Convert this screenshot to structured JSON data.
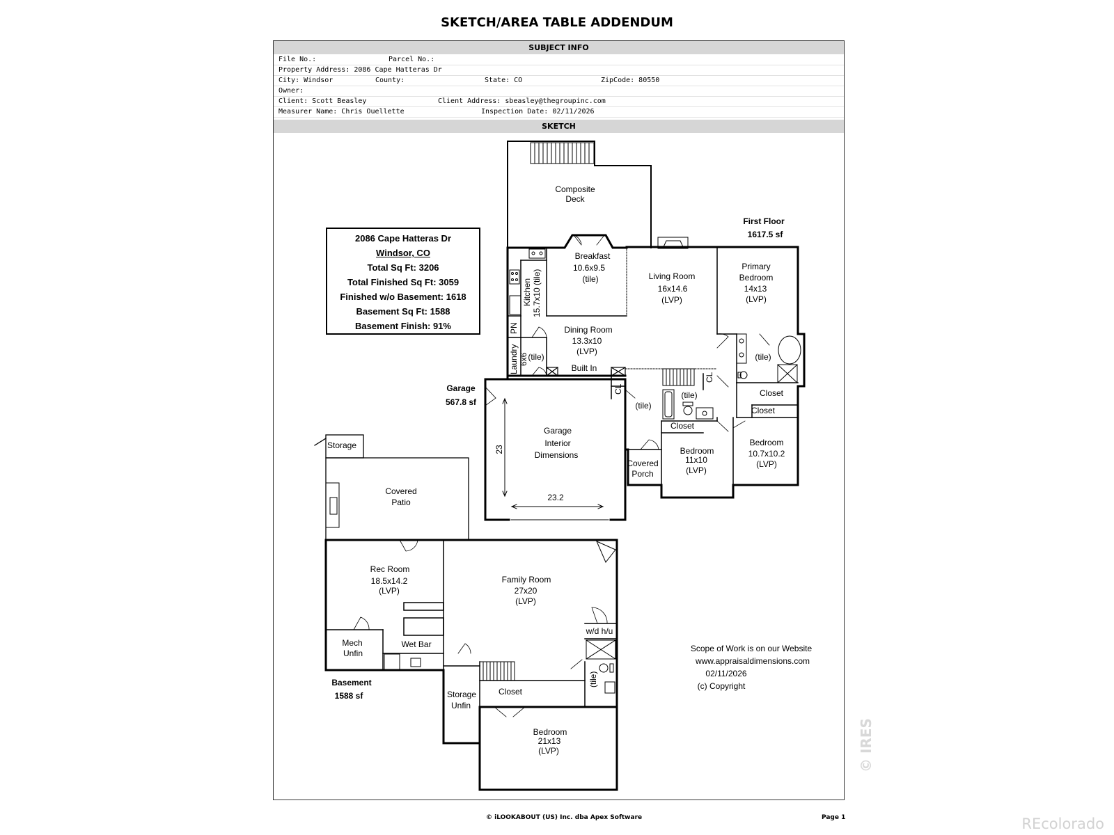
{
  "title": "SKETCH/AREA TABLE ADDENDUM",
  "subject": {
    "header": "SUBJECT INFO",
    "file_no": "File No.:",
    "parcel_no": "Parcel No.:",
    "property_address": "Property Address: 2086 Cape Hatteras Dr",
    "city": "City: Windsor",
    "county": "County:",
    "state": "State: CO",
    "zip": "ZipCode: 80550",
    "owner": "Owner:",
    "client": "Client: Scott Beasley",
    "client_address": "Client Address: sbeasley@thegroupinc.com",
    "measurer": "Measurer Name: Chris Ouellette",
    "inspection_date": "Inspection Date: 02/11/2026"
  },
  "sketch": {
    "header": "SKETCH",
    "summary": {
      "address": "2086 Cape Hatteras Dr",
      "city": "Windsor, CO",
      "total_sqft": "Total Sq Ft: 3206",
      "total_finished": "Total Finished Sq Ft: 3059",
      "finished_wo_basement": "Finished w/o Basement: 1618",
      "basement_sqft": "Basement Sq Ft: 1588",
      "basement_finish": "Basement Finish: 91%"
    },
    "floors": {
      "first_floor": "First Floor",
      "first_floor_area": "1617.5 sf",
      "garage": "Garage",
      "garage_area": "567.8 sf",
      "basement": "Basement",
      "basement_area": "1588 sf"
    },
    "rooms": {
      "composite_deck_1": "Composite",
      "composite_deck_2": "Deck",
      "breakfast_1": "Breakfast",
      "breakfast_2": "10.6x9.5",
      "breakfast_3": "(tile)",
      "kitchen_1": "Kitchen",
      "kitchen_2": "15.7x10 (tile)",
      "living_1": "Living Room",
      "living_2": "16x14.6",
      "living_3": "(LVP)",
      "primary_1": "Primary",
      "primary_2": "Bedroom",
      "primary_3": "14x13",
      "primary_4": "(LVP)",
      "pn": "PN",
      "laundry_1": "Laundry",
      "laundry_2": "6x6",
      "laundry_tile": "(tile)",
      "dining_1": "Dining Room",
      "dining_2": "13.3x10",
      "dining_3": "(LVP)",
      "built_in": "Built In",
      "bath_primary_tile": "(tile)",
      "closet_primary": "Closet",
      "closet_bed2": "Closet",
      "cl_1": "CL",
      "cl_2": "CL",
      "hall_tile": "(tile)",
      "bath_hall_tile": "(tile)",
      "closet_bed3": "Closet",
      "bedroom_a_1": "Bedroom",
      "bedroom_a_2": "11x10",
      "bedroom_a_3": "(LVP)",
      "bedroom_b_1": "Bedroom",
      "bedroom_b_2": "10.7x10.2",
      "bedroom_b_3": "(LVP)",
      "covered_porch_1": "Covered",
      "covered_porch_2": "Porch",
      "garage_1": "Garage",
      "garage_2": "Interior",
      "garage_3": "Dimensions",
      "garage_dim_h": "23",
      "garage_dim_w": "23.2",
      "storage": "Storage",
      "covered_patio_1": "Covered",
      "covered_patio_2": "Patio",
      "rec_1": "Rec Room",
      "rec_2": "18.5x14.2",
      "rec_3": "(LVP)",
      "family_1": "Family Room",
      "family_2": "27x20",
      "family_3": "(LVP)",
      "wdhu": "w/d h/u",
      "mech_1": "Mech",
      "mech_2": "Unfin",
      "wet_bar": "Wet Bar",
      "bsmt_bath_tile": "(tile)",
      "storage_unfin_1": "Storage",
      "storage_unfin_2": "Unfin",
      "closet_bsmt": "Closet",
      "bsmt_bed_1": "Bedroom",
      "bsmt_bed_2": "21x13",
      "bsmt_bed_3": "(LVP)"
    },
    "notes": {
      "scope": "Scope of Work is on our Website",
      "website": "www.appraisaldimensions.com",
      "date": "02/11/2026",
      "copyright": "(c) Copyright"
    }
  },
  "footer": {
    "left": "© iLOOKABOUT (US) Inc. dba Apex Software",
    "page": "Page 1"
  },
  "watermarks": {
    "ires": "© IRES",
    "recolorado": "REcolorado"
  }
}
